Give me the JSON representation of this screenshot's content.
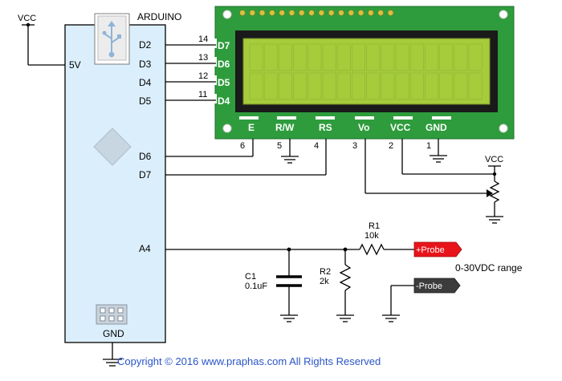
{
  "supply": {
    "vcc_arduino": "VCC",
    "vcc_pot": "VCC"
  },
  "arduino": {
    "title": "ARDUINO",
    "pin_5v": "5V",
    "pin_d2": "D2",
    "pin_d3": "D3",
    "pin_d4": "D4",
    "pin_d5": "D5",
    "pin_d6": "D6",
    "pin_d7": "D7",
    "pin_a4": "A4",
    "pin_gnd": "GND"
  },
  "lcd": {
    "data_pins": [
      "D7",
      "D6",
      "D5",
      "D4"
    ],
    "data_pin_numbers": [
      "14",
      "13",
      "12",
      "11"
    ],
    "bottom_pins": [
      "E",
      "R/W",
      "RS",
      "Vo",
      "VCC",
      "GND"
    ],
    "bottom_pin_numbers": [
      "6",
      "5",
      "4",
      "3",
      "2",
      "1"
    ]
  },
  "components": {
    "r1_name": "R1",
    "r1_value": "10k",
    "r2_name": "R2",
    "r2_value": "2k",
    "c1_name": "C1",
    "c1_value": "0.1uF"
  },
  "probes": {
    "plus_label": "+Probe",
    "minus_label": "-Probe",
    "range": "0-30VDC range"
  },
  "colors": {
    "board_fill": "#dbeefc",
    "lcd_body": "#2e9c3c",
    "lcd_screen": "#a6cc3c",
    "probe_plus": "#e8141a",
    "probe_minus": "#3c3c3c",
    "copyright_text": "#2a55c8"
  },
  "copyright": "Copyright © 2016 www.praphas.com  All Rights Reserved"
}
